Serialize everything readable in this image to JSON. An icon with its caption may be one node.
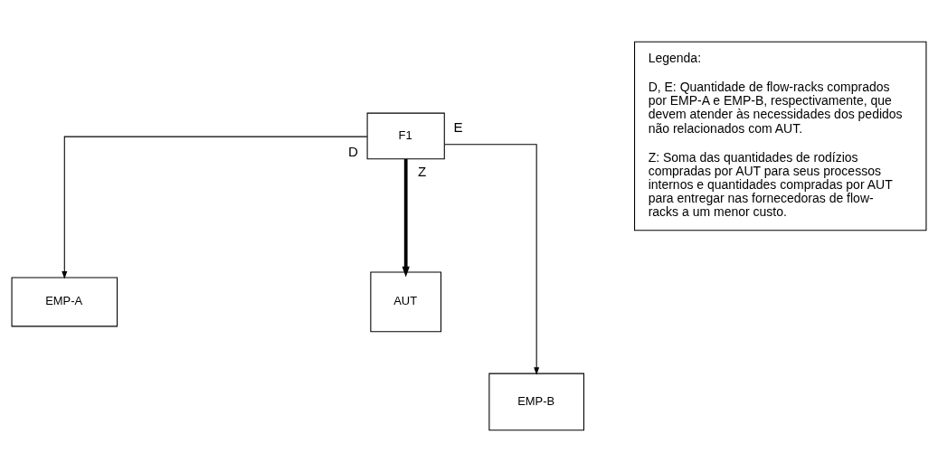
{
  "diagram": {
    "nodes": [
      {
        "text": [
          "F1"
        ]
      },
      {
        "text": [
          "EMP-A"
        ]
      },
      {
        "text": [
          "AUT"
        ]
      },
      {
        "text": [
          "EMP-B"
        ]
      },
      {
        "text": [
          "Legenda:",
          "D, E: Quantidade de flow-racks comprados por EMP-A e EMP-B, respectivamente, que devem atender às necessidades dos pedidos não relacionados com AUT.",
          "Z: Soma das quantidades de rodízios compradas por AUT para seus processos internos e quantidades compradas por AUT para entregar nas fornecedoras de flow-racks a um menor custo."
        ]
      }
    ],
    "edges": [
      {
        "from": 0,
        "to": 1,
        "arrow": "to",
        "label": "D"
      },
      {
        "from": 0,
        "to": 3,
        "arrow": "to",
        "label": "E"
      },
      {
        "from": 0,
        "to": 2,
        "arrow": "to",
        "label": "Z",
        "style": "thick"
      }
    ]
  }
}
